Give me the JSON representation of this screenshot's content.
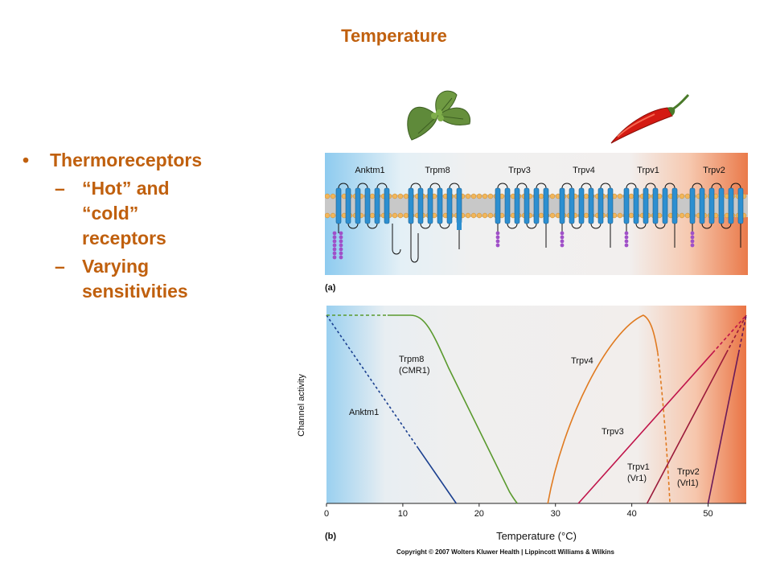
{
  "title": "Temperature",
  "bullets": {
    "main": "Thermoreceptors",
    "sub": [
      "“Hot” and “cold” receptors",
      "Varying sensitivities"
    ]
  },
  "panel_a": {
    "label": "(a)",
    "channels": [
      "Anktm1",
      "Trpm8",
      "Trpv3",
      "Trpv4",
      "Trpv1",
      "Trpv2"
    ]
  },
  "panel_b": {
    "label": "(b)",
    "ylabel": "Channel activity",
    "xlabel": "Temperature (°C)",
    "curve_labels": {
      "trpm8": [
        "Trpm8",
        "(CMR1)"
      ],
      "anktm1": "Anktm1",
      "trpv4": "Trpv4",
      "trpv3": "Trpv3",
      "trpv1": [
        "Trpv1",
        "(Vr1)"
      ],
      "trpv2": [
        "Trpv2",
        "(Vrl1)"
      ]
    }
  },
  "copyright": "Copyright © 2007 Wolters Kluwer Health | Lippincott Williams & Wilkins",
  "chart_data": {
    "type": "line",
    "xlabel": "Temperature (°C)",
    "ylabel": "Channel activity",
    "x_ticks": [
      0,
      10,
      20,
      30,
      40,
      50
    ],
    "xlim": [
      0,
      55
    ],
    "series": [
      {
        "name": "Anktm1",
        "color": "#1a3f8f",
        "points": [
          [
            0,
            1.0
          ],
          [
            17,
            0
          ]
        ]
      },
      {
        "name": "Trpm8 (CMR1)",
        "color": "#5a9a2e",
        "points": [
          [
            0,
            1.0
          ],
          [
            11,
            1.0
          ],
          [
            25,
            0
          ]
        ]
      },
      {
        "name": "Trpv4",
        "color": "#e07a20",
        "points": [
          [
            29,
            0
          ],
          [
            41.5,
            1.0
          ],
          [
            45,
            0
          ]
        ]
      },
      {
        "name": "Trpv3",
        "color": "#c0144a",
        "points": [
          [
            33,
            0
          ],
          [
            55,
            1.0
          ]
        ]
      },
      {
        "name": "Trpv1 (Vr1)",
        "color": "#9a1a3a",
        "points": [
          [
            42,
            0
          ],
          [
            55,
            1.0
          ]
        ]
      },
      {
        "name": "Trpv2 (Vrl1)",
        "color": "#6a1a5a",
        "points": [
          [
            50,
            0
          ],
          [
            55,
            1.0
          ]
        ]
      }
    ]
  }
}
